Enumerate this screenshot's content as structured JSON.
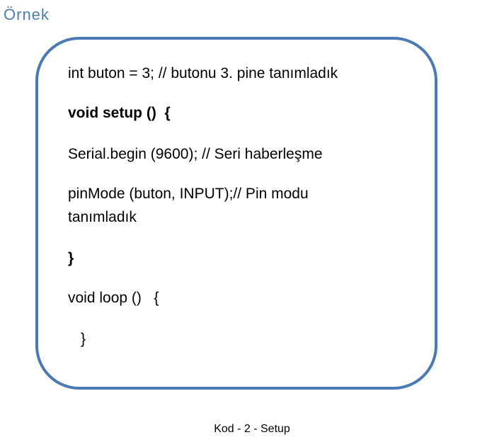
{
  "heading": "Örnek",
  "code": {
    "line1": "int buton = 3; // butonu 3. pine tanımladık",
    "line2": "void setup ()  {",
    "line3": "Serial.begin (9600); // Seri haberleşme",
    "line4a": "pinMode (buton, INPUT);// Pin modu",
    "line4b": "tanımladık",
    "line5": "}",
    "line6": "void loop ()   {",
    "line7": "}"
  },
  "caption": "Kod - 2 - Setup",
  "colors": {
    "accent": "#4a7ab5",
    "heading": "#4d7fb0"
  }
}
